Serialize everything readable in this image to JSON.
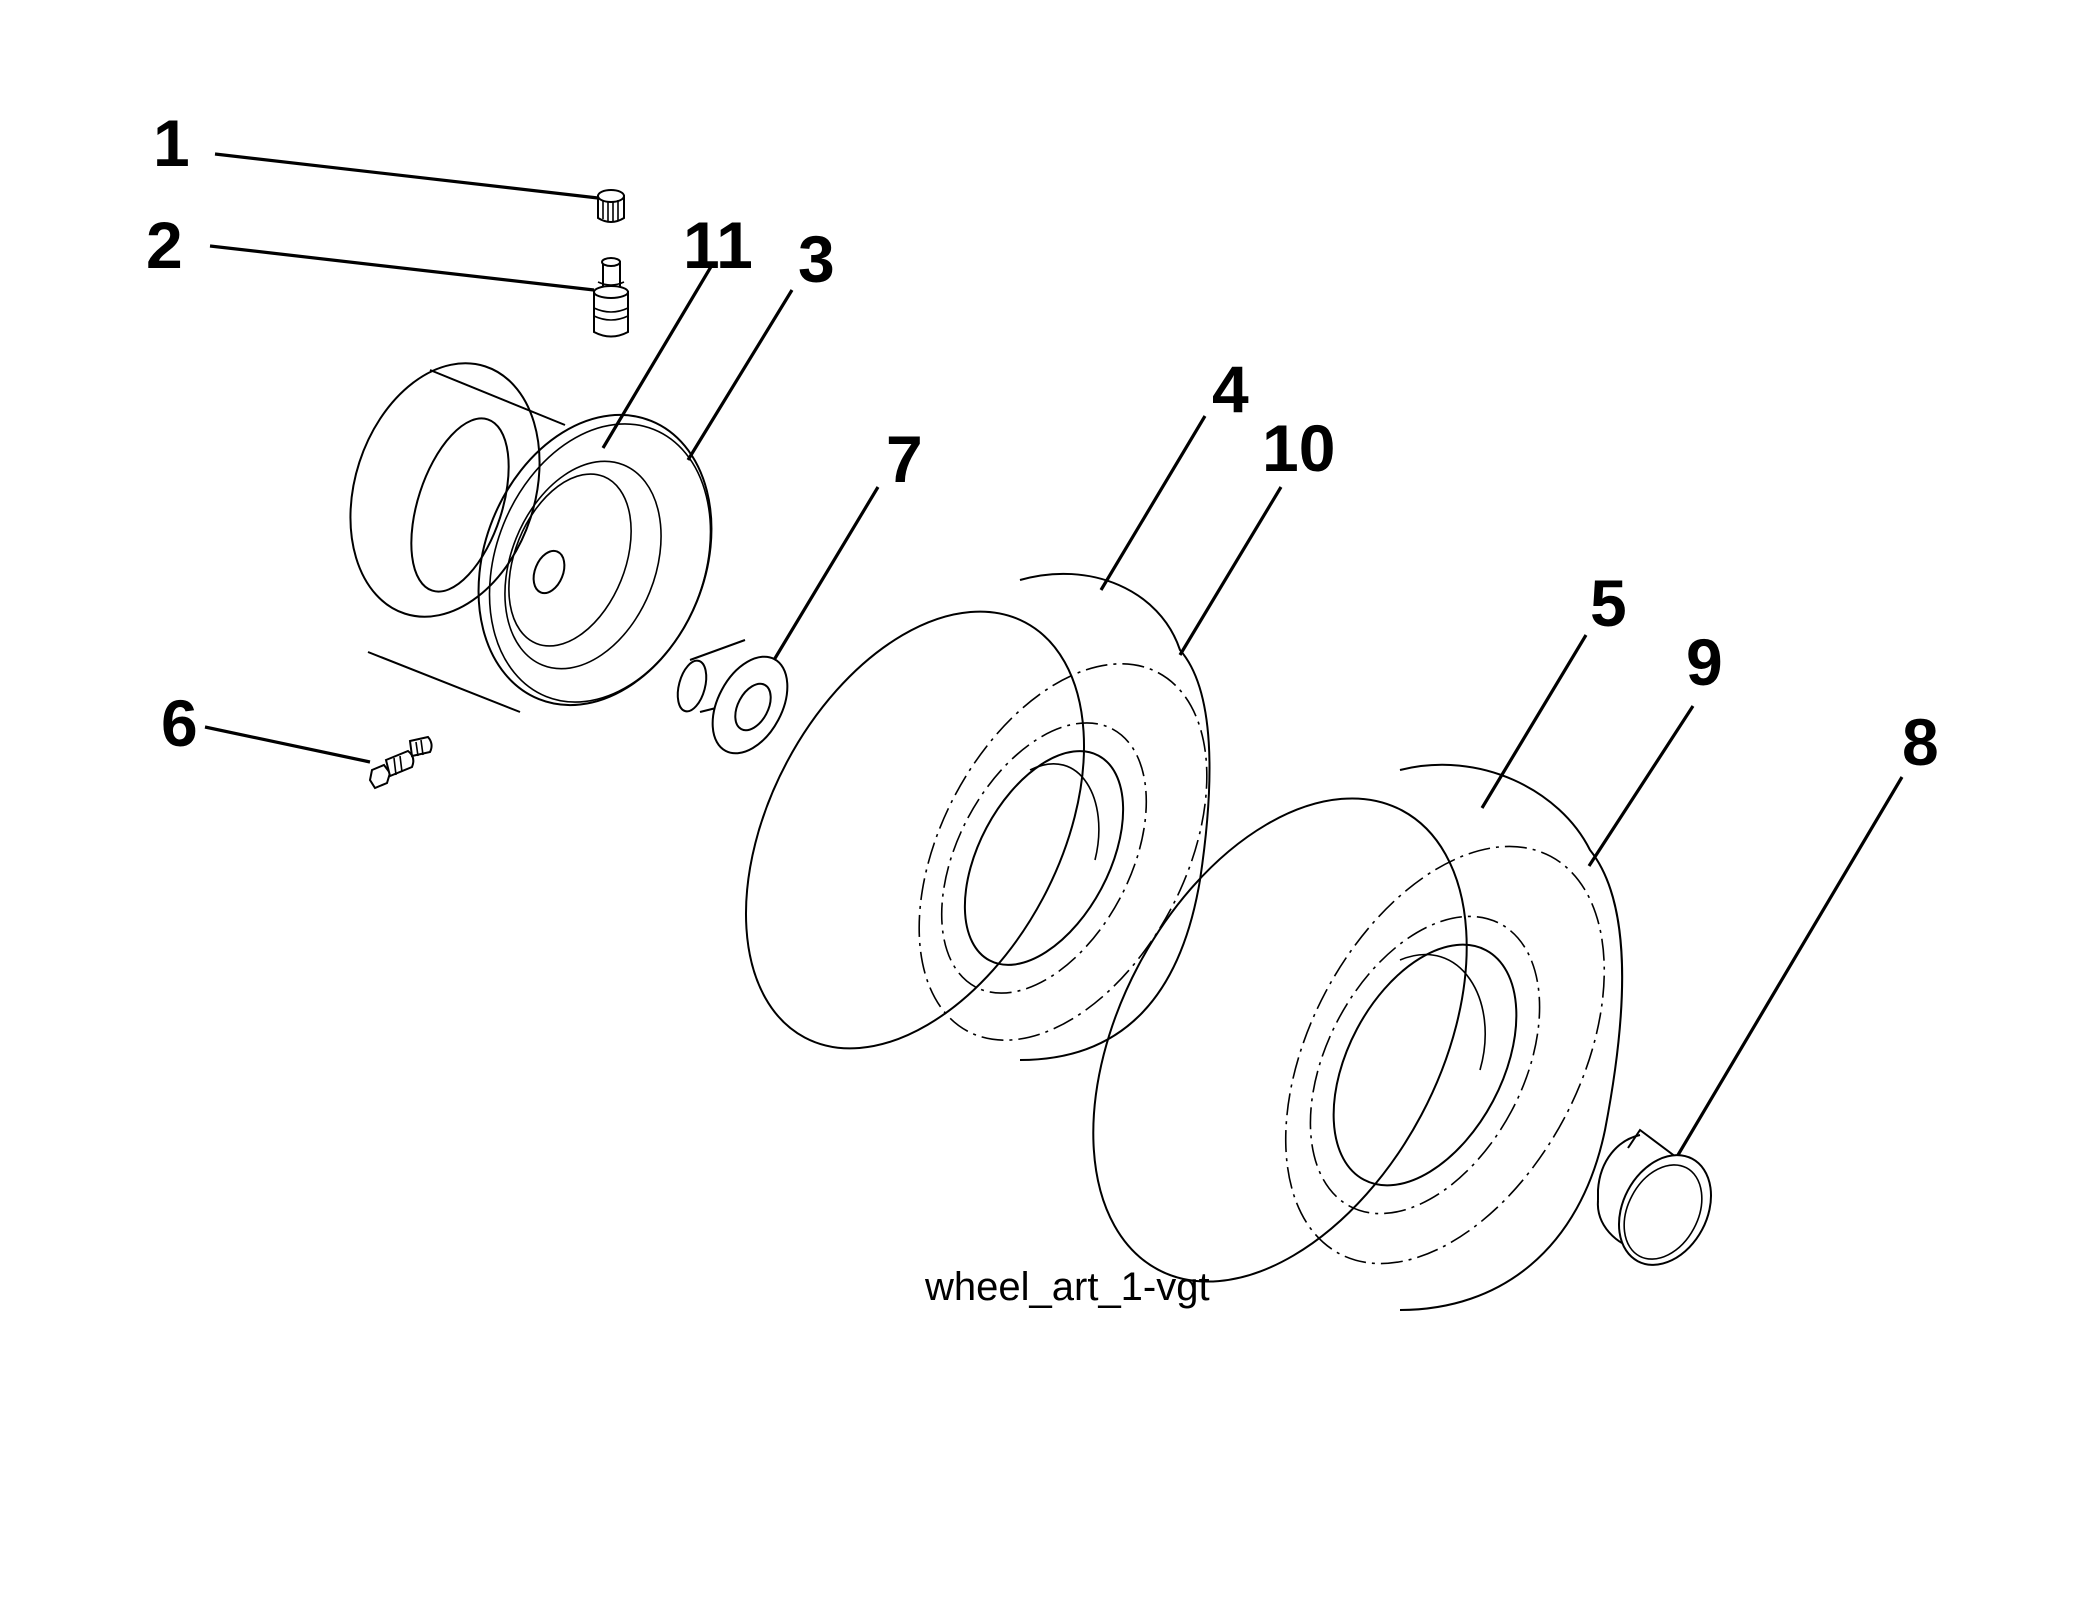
{
  "diagram": {
    "callouts": {
      "c1": "1",
      "c2": "2",
      "c3": "3",
      "c4": "4",
      "c5": "5",
      "c6": "6",
      "c7": "7",
      "c8": "8",
      "c9": "9",
      "c10": "10",
      "c11": "11"
    },
    "caption": "wheel_art_1-vgt"
  }
}
